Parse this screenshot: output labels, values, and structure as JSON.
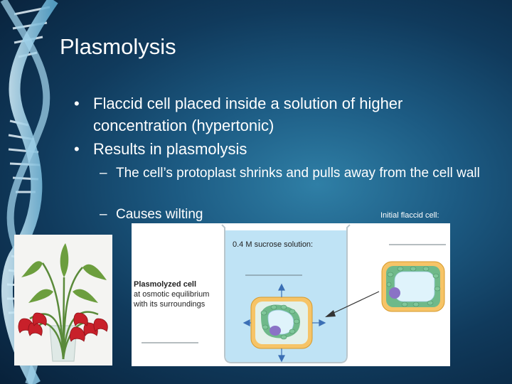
{
  "slide": {
    "title": "Plasmolysis",
    "bullets": [
      {
        "text": "Flaccid cell placed inside a solution of higher concentration (hypertonic)"
      },
      {
        "text": "Results in plasmolysis"
      }
    ],
    "sub_bullets": [
      {
        "text": "The cell’s protoplast shrinks and pulls away from the cell wall"
      },
      {
        "text": "Causes wilting"
      }
    ],
    "bullet_symbol": "•",
    "dash_symbol": "–"
  },
  "figure": {
    "initial_label": "Initial flaccid cell:",
    "solution_label": "0.4 M sucrose solution:",
    "plasmolyzed_title": "Plasmolyzed cell",
    "plasmolyzed_line1": "at osmotic equilibrium",
    "plasmolyzed_line2": "with its surroundings"
  },
  "colors": {
    "background_dark": "#0b2a47",
    "background_light": "#2f7fa6",
    "text": "#ffffff",
    "solution_blue": "#bfe3f5",
    "cell_wall": "#f6c467",
    "chloroplast": "#6fb98a",
    "vacuole": "#dff3fb",
    "nucleus": "#8a72c6",
    "flower_red": "#c8202a"
  }
}
